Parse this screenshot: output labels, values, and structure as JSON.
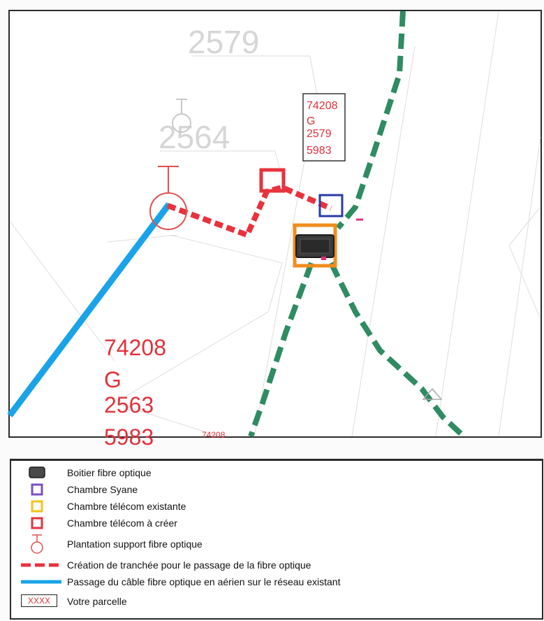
{
  "map": {
    "parcels": [
      {
        "number": "2579"
      },
      {
        "number": "2564"
      }
    ],
    "labels": {
      "box_top": [
        "74208",
        "G",
        "2579",
        "5983"
      ],
      "big_left": [
        "74208",
        "G",
        "2563",
        "5983"
      ],
      "cut_small": "74208"
    }
  },
  "legend": {
    "items": [
      {
        "id": "boitier",
        "label": "Boitier fibre optique",
        "icon": "dark-box-icon",
        "color": "#4a4a4a"
      },
      {
        "id": "syane",
        "label": "Chambre Syane",
        "icon": "purple-square-icon",
        "color": "#7b4fc4"
      },
      {
        "id": "existante",
        "label": "Chambre télécom existante",
        "icon": "yellow-square-icon",
        "color": "#f4c21b"
      },
      {
        "id": "creer",
        "label": "Chambre télécom à créer",
        "icon": "red-square-icon",
        "color": "#e8323c"
      },
      {
        "id": "plantation",
        "label": "Plantation support fibre optique",
        "icon": "pole-circle-icon",
        "color": "#e05050"
      },
      {
        "id": "tranchee",
        "label": "Création de tranchée pour le passage de la fibre optique",
        "icon": "red-dashed-line-icon",
        "color": "#e8323c"
      },
      {
        "id": "aerien",
        "label": "Passage du câble fibre optique en aérien sur le réseau existant",
        "icon": "blue-line-icon",
        "color": "#1aa3e8"
      },
      {
        "id": "parcelle",
        "label": "Votre parcelle",
        "icon_text": "XXXX",
        "icon": "parcel-box-icon",
        "color": "#e0323a"
      }
    ]
  },
  "colors": {
    "green_dash": "#2e8b62",
    "red_dash": "#e8323c",
    "blue_line": "#1aa3e8",
    "orange": "#f08c1e",
    "navy": "#2a3aa8"
  }
}
